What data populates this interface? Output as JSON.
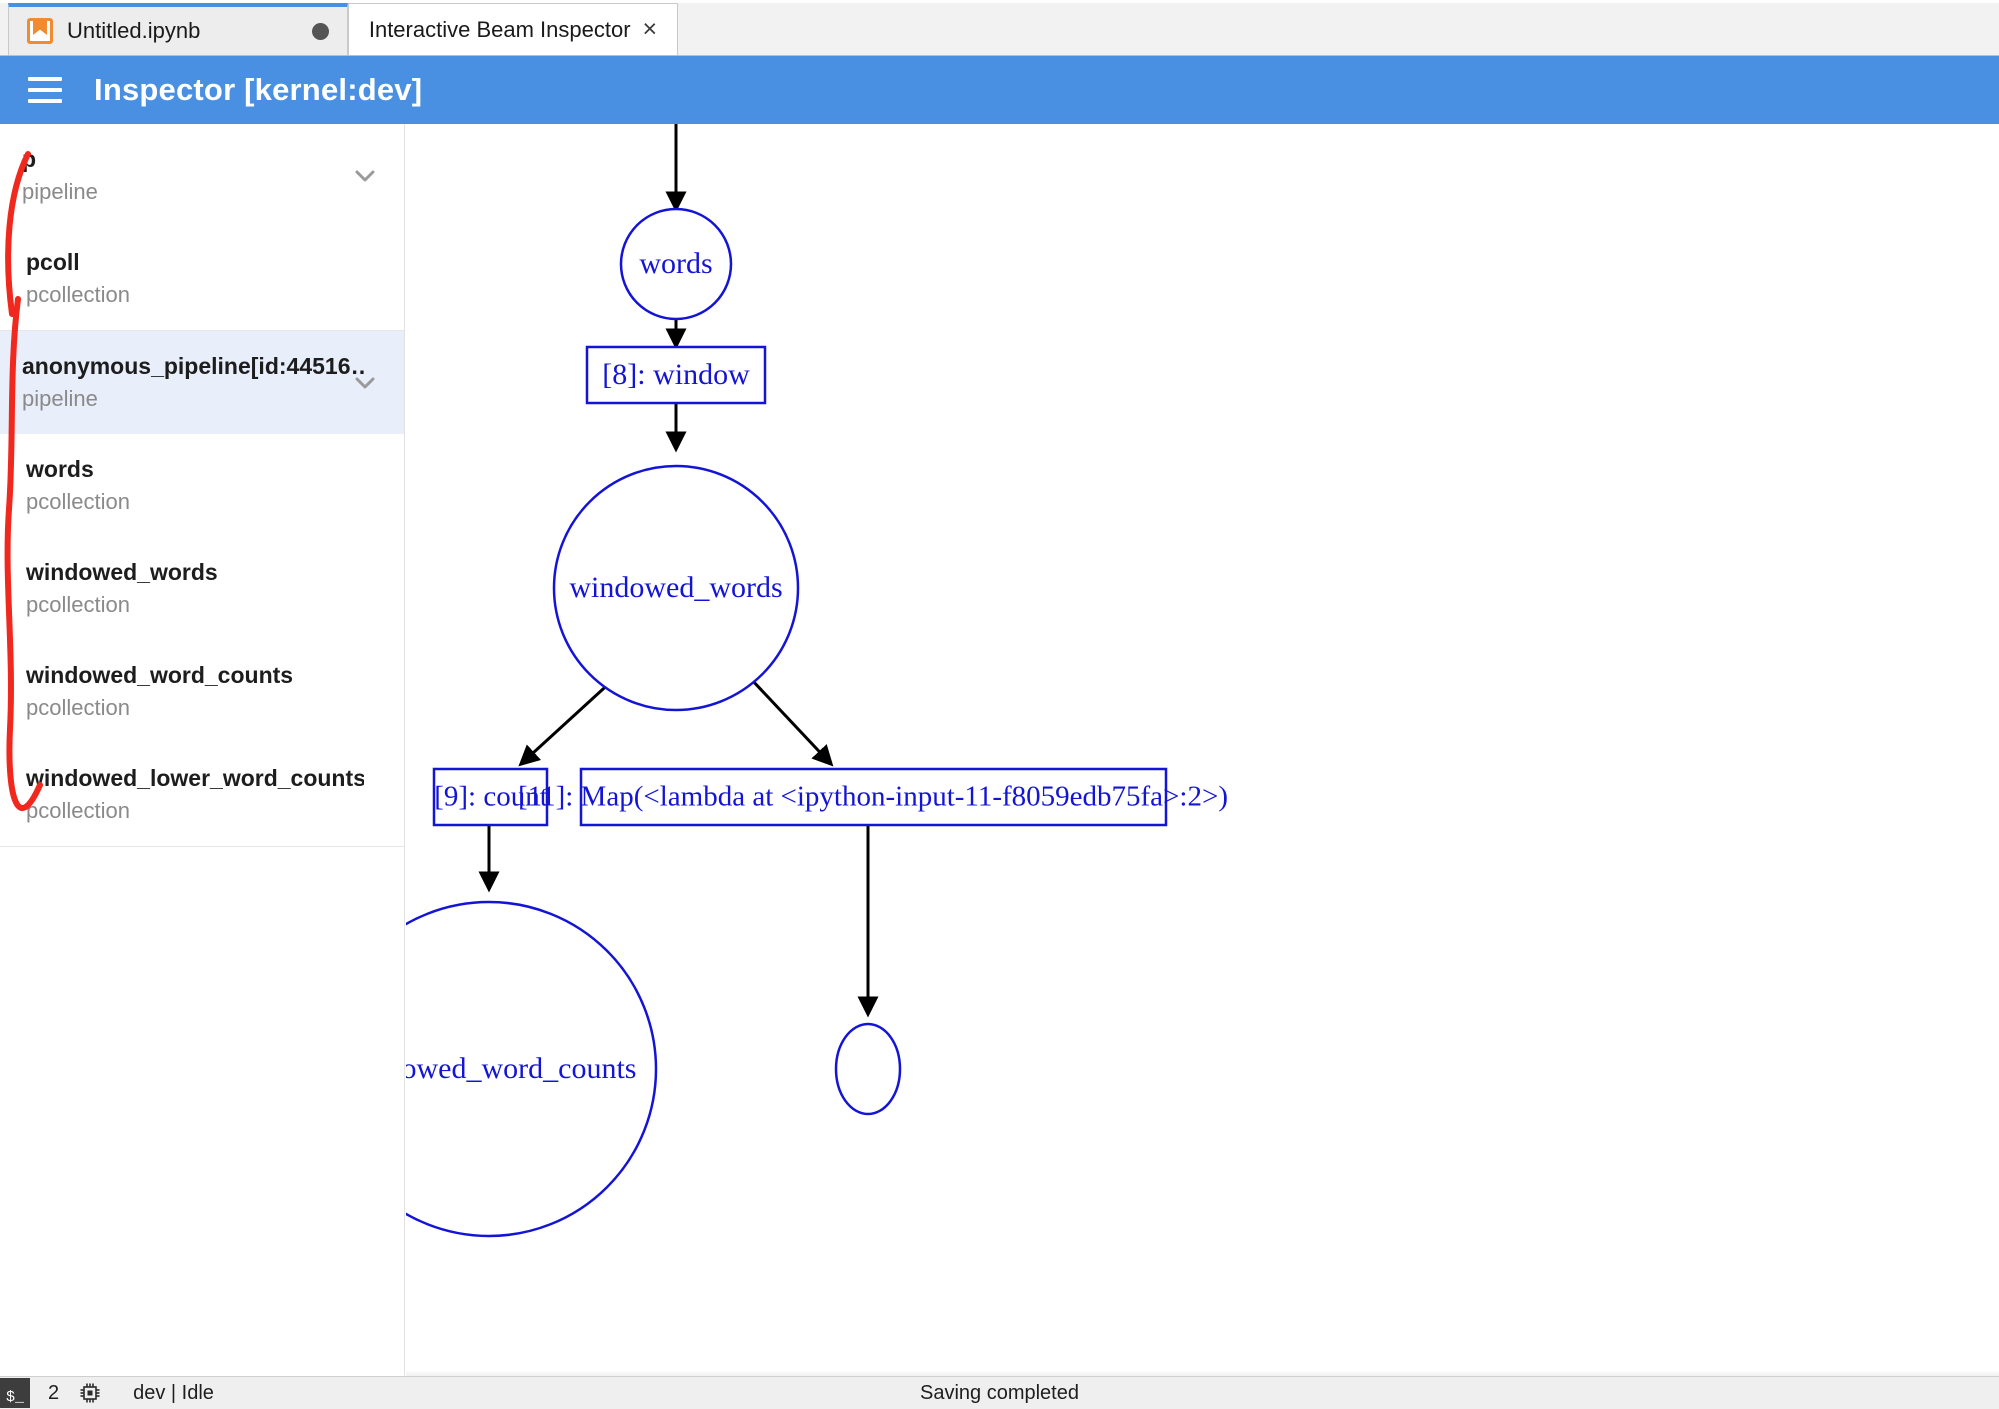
{
  "window": {
    "tabs": [
      {
        "label": "Untitled.ipynb",
        "icon": "notebook-icon",
        "active": false,
        "modified_dot": true
      },
      {
        "label": "Interactive Beam Inspector",
        "close": "×",
        "active": true
      }
    ]
  },
  "header": {
    "menu_icon": "hamburger-icon",
    "title": "Inspector [kernel:dev]",
    "accent_color": "#4a90e2"
  },
  "sidebar": {
    "groups": [
      {
        "items": [
          {
            "name": "p",
            "kind": "pipeline",
            "chevron": true,
            "selected": false,
            "indent": false
          },
          {
            "name": "pcoll",
            "kind": "pcollection",
            "chevron": false,
            "selected": false,
            "indent": true
          }
        ]
      },
      {
        "items": [
          {
            "name": "anonymous_pipeline[id:44516…",
            "kind": "pipeline",
            "chevron": true,
            "selected": true,
            "indent": false
          },
          {
            "name": "words",
            "kind": "pcollection",
            "chevron": false,
            "selected": false,
            "indent": true
          },
          {
            "name": "windowed_words",
            "kind": "pcollection",
            "chevron": false,
            "selected": false,
            "indent": true
          },
          {
            "name": "windowed_word_counts",
            "kind": "pcollection",
            "chevron": false,
            "selected": false,
            "indent": true
          },
          {
            "name": "windowed_lower_word_counts",
            "kind": "pcollection",
            "chevron": false,
            "selected": false,
            "indent": true
          }
        ]
      }
    ],
    "annotation_color": "#f0281e",
    "selected_bg": "#e9eefb"
  },
  "graph": {
    "node_color": "#1414d6",
    "edge_color": "#000000",
    "nodes": [
      {
        "id": "words",
        "label": "words",
        "shape": "ellipse"
      },
      {
        "id": "window",
        "label": "[8]: window",
        "shape": "box"
      },
      {
        "id": "windowed_words",
        "label": "windowed_words",
        "shape": "ellipse"
      },
      {
        "id": "count",
        "label": "[9]: count",
        "shape": "box"
      },
      {
        "id": "map",
        "label": "[11]: Map(<lambda at <ipython-input-11-f8059edb75fa>:2>)",
        "shape": "box"
      },
      {
        "id": "windowed_word_counts",
        "label": "windowed_word_counts",
        "shape": "ellipse"
      },
      {
        "id": "unnamed",
        "label": "",
        "shape": "ellipse"
      }
    ],
    "edges": [
      {
        "from": "top",
        "to": "words"
      },
      {
        "from": "words",
        "to": "window"
      },
      {
        "from": "window",
        "to": "windowed_words"
      },
      {
        "from": "windowed_words",
        "to": "count"
      },
      {
        "from": "windowed_words",
        "to": "map"
      },
      {
        "from": "count",
        "to": "windowed_word_counts"
      },
      {
        "from": "map",
        "to": "unnamed"
      }
    ]
  },
  "statusbar": {
    "terminal_icon": "$_",
    "terminal_count": "2",
    "chip_icon": "cpu-icon",
    "kernel_status": "dev | Idle",
    "message": "Saving completed"
  }
}
